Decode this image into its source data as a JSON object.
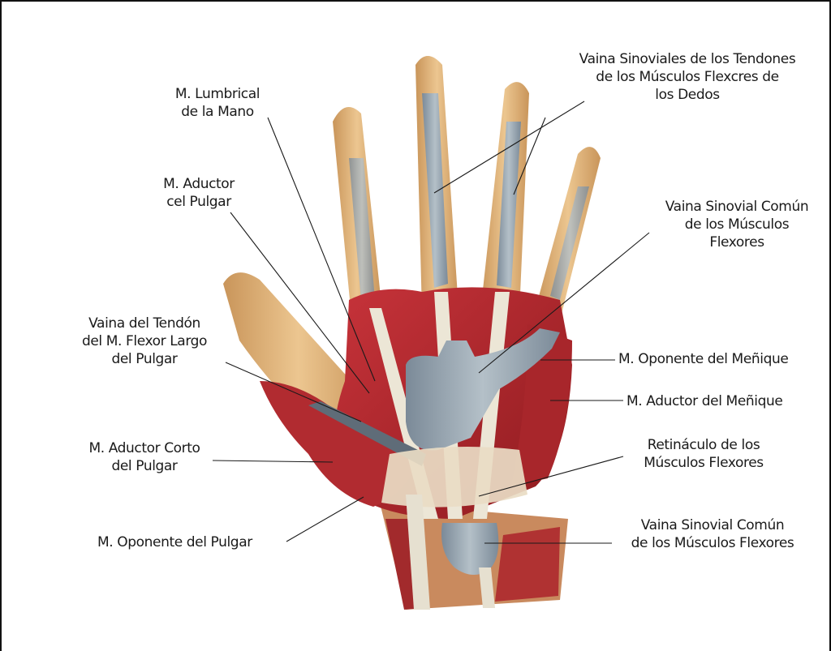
{
  "labels": {
    "lumbrical": "M. Lumbrical\nde la Mano",
    "aductor_pulgar": "M. Aductor\ncel Pulgar",
    "vaina_tendon_flexor_largo": "Vaina del Tendón\ndel M. Flexor Largo\ndel Pulgar",
    "aductor_corto": "M. Aductor Corto\ndel Pulgar",
    "oponente_pulgar": "M. Oponente del Pulgar",
    "vainas_sinoviales_dedos": "Vaina Sinoviales de los Tendones\nde los Músculos Flexcres de\nlos Dedos",
    "vaina_sinovial_comun_top": "Vaina Sinovial Común\nde los Músculos\nFlexores",
    "oponente_menique": "M. Oponente del Meñique",
    "aductor_menique": "M. Aductor del Meñique",
    "retinaculo": "Retináculo de los\nMúsculos Flexores",
    "vaina_sinovial_comun_bottom": "Vaina Sinovial Común\nde los Músculos Flexores"
  },
  "colors": {
    "muscle": "#b8262a",
    "muscle_dark": "#7d1418",
    "skin": "#e0b884",
    "sheath": "#9eaab4",
    "tendon": "#ece6d6",
    "leader": "#1a1a1a"
  }
}
